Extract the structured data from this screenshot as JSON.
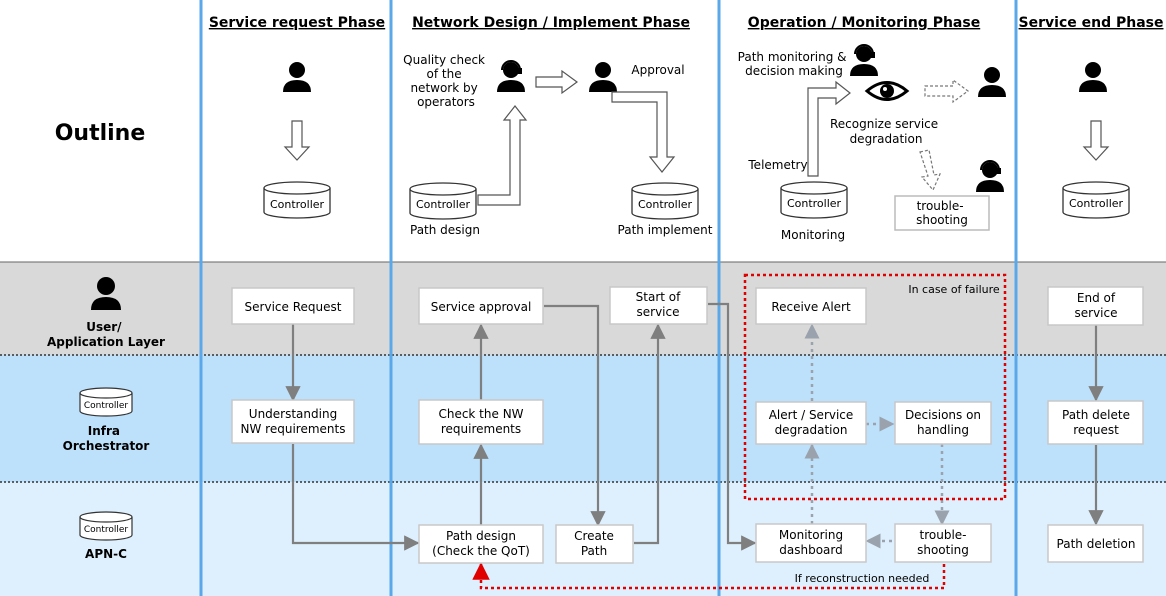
{
  "phases": {
    "service_request": "Service request Phase",
    "design_implement": "Network Design / Implement Phase",
    "operation_monitoring": "Operation / Monitoring Phase",
    "service_end": "Service end Phase"
  },
  "outline": {
    "title": "Outline",
    "controller_label": "Controller",
    "quality_check": [
      "Quality check",
      "of the",
      "network by",
      "operators"
    ],
    "approval": "Approval",
    "path_design": "Path design",
    "path_implement": "Path implement",
    "path_monitoring": [
      "Path monitoring &",
      "decision making"
    ],
    "recognize": [
      "Recognize service",
      "degradation"
    ],
    "telemetry": "Telemetry",
    "monitoring": "Monitoring",
    "troubleshooting": [
      "trouble-",
      "shooting"
    ]
  },
  "layers": {
    "user": [
      "User/",
      "Application Layer"
    ],
    "infra": [
      "Infra",
      "Orchestrator"
    ],
    "apnc": "APN-C"
  },
  "boxes": {
    "service_request": [
      "Service Request"
    ],
    "understanding": [
      "Understanding",
      "NW requirements"
    ],
    "service_approval": [
      "Service approval"
    ],
    "check_nw": [
      "Check the NW",
      "requirements"
    ],
    "path_design": [
      "Path design",
      "(Check the QoT)"
    ],
    "start_service": [
      "Start of",
      "service"
    ],
    "create_path": [
      "Create",
      "Path"
    ],
    "receive_alert": [
      "Receive Alert"
    ],
    "alert_degradation": [
      "Alert / Service",
      "degradation"
    ],
    "decisions": [
      "Decisions on",
      "handling"
    ],
    "monitoring_dashboard": [
      "Monitoring",
      "dashboard"
    ],
    "troubleshooting": [
      "trouble-",
      "shooting"
    ],
    "end_service": [
      "End of",
      "service"
    ],
    "path_delete_request": [
      "Path delete",
      "request"
    ],
    "path_deletion": [
      "Path deletion"
    ]
  },
  "annotations": {
    "in_case_of_failure": "In case of failure",
    "if_reconstruction": "If reconstruction needed"
  },
  "colors": {
    "user_band": "#d9d9d9",
    "infra_band": "#bde0fb",
    "apnc_band": "#def0fd",
    "phase_divider": "#5aa7ea",
    "flow_arrow": "#7f7f7f",
    "failure_border": "#e00000"
  }
}
